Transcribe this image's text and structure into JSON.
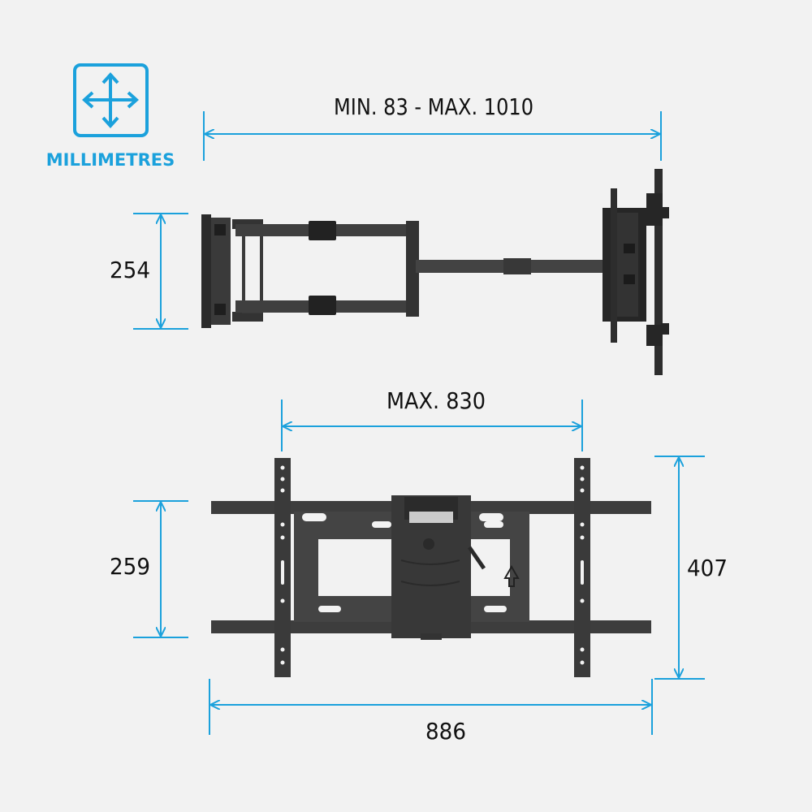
{
  "colors": {
    "accent": "#1ba1dc",
    "metal_dark": "#2b2b2b",
    "metal_mid": "#3a3a3a",
    "metal_light": "#4a4a4a",
    "background": "#f2f2f2",
    "text": "#111111"
  },
  "unit_badge": {
    "icon": "move-arrows-icon",
    "label": "MILLIMETRES"
  },
  "side_view": {
    "extension_label": "MIN. 83 - MAX. 1010",
    "height_label": "254"
  },
  "front_view": {
    "hole_spacing_label": "MAX. 830",
    "wall_plate_height_label": "259",
    "bracket_height_label": "407",
    "total_width_label": "886"
  }
}
